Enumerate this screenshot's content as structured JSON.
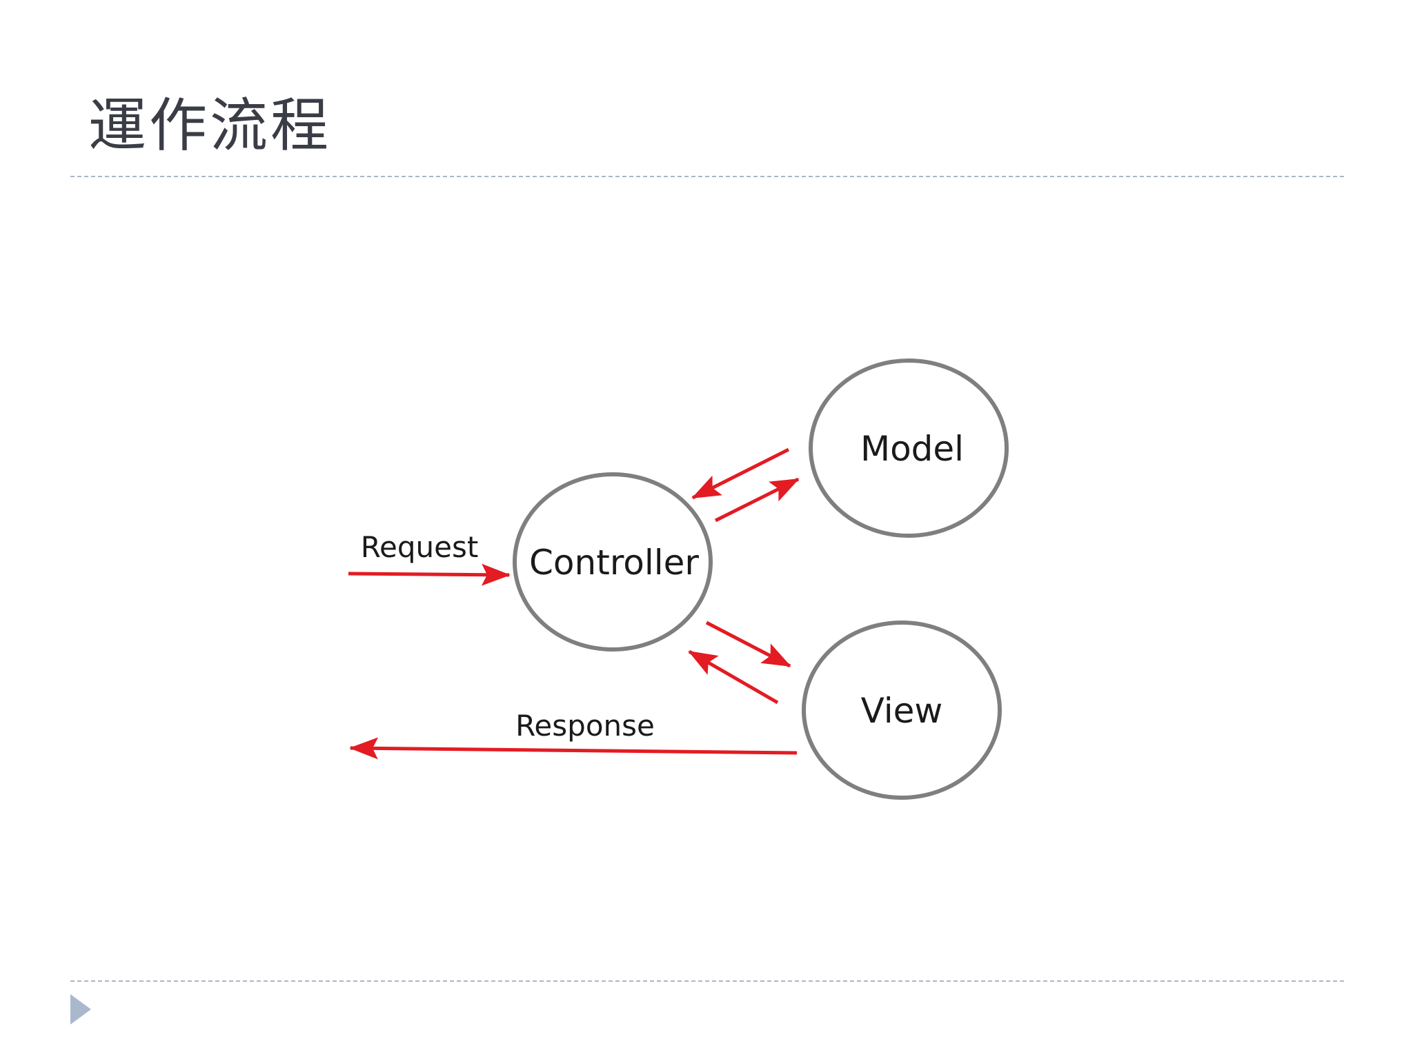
{
  "slide": {
    "title": "運作流程"
  },
  "diagram": {
    "nodes": [
      {
        "id": "controller",
        "label": "Controller"
      },
      {
        "id": "model",
        "label": "Model"
      },
      {
        "id": "view",
        "label": "View"
      }
    ],
    "edges": [
      {
        "id": "request",
        "label": "Request",
        "from": "client",
        "to": "controller"
      },
      {
        "id": "controller-to-model",
        "label": "",
        "from": "controller",
        "to": "model"
      },
      {
        "id": "model-to-controller",
        "label": "",
        "from": "model",
        "to": "controller"
      },
      {
        "id": "controller-to-view",
        "label": "",
        "from": "controller",
        "to": "view"
      },
      {
        "id": "view-to-controller",
        "label": "",
        "from": "view",
        "to": "controller"
      },
      {
        "id": "response",
        "label": "Response",
        "from": "view",
        "to": "client"
      }
    ],
    "colors": {
      "node_stroke": "#7f7f7f",
      "arrow": "#e31b23"
    }
  }
}
